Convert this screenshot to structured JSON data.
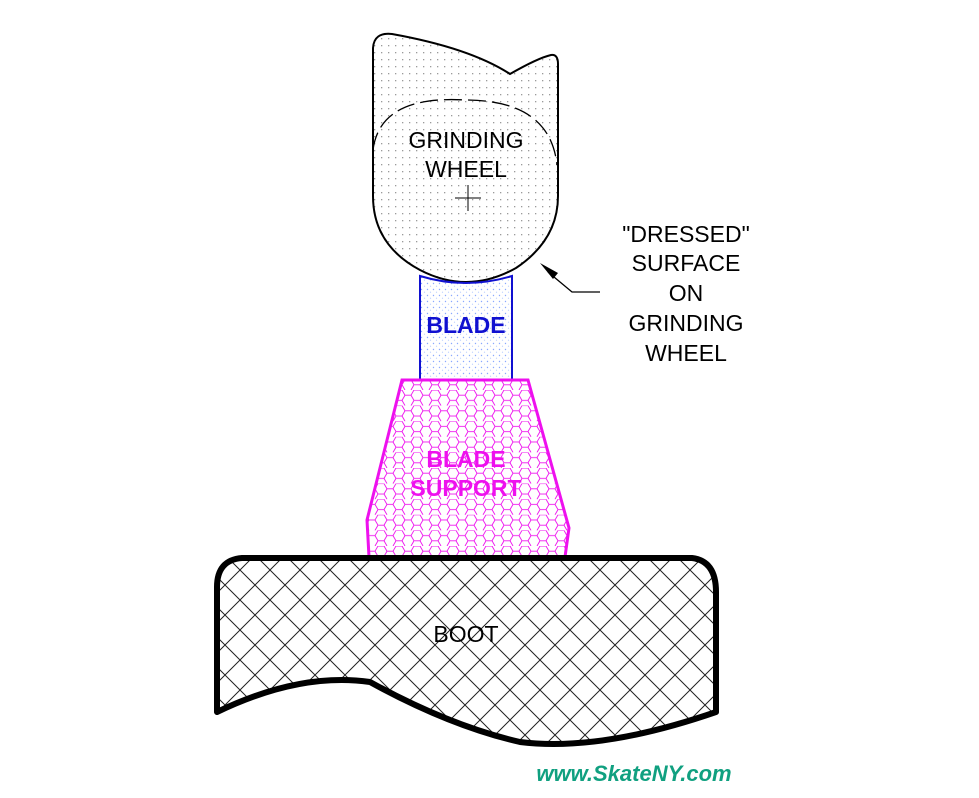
{
  "labels": {
    "grinding_wheel": [
      "GRINDING",
      "WHEEL"
    ],
    "blade": "BLADE",
    "blade_support": [
      "BLADE",
      "SUPPORT"
    ],
    "boot": "BOOT",
    "dressed_surface": [
      "\"DRESSED\"",
      "SURFACE",
      "ON",
      "GRINDING",
      "WHEEL"
    ]
  },
  "credit": "www.SkateNY.com",
  "colors": {
    "outline": "#000000",
    "blade": "#1010d0",
    "blade_support": "#ee10ee",
    "credit": "#10a080"
  }
}
